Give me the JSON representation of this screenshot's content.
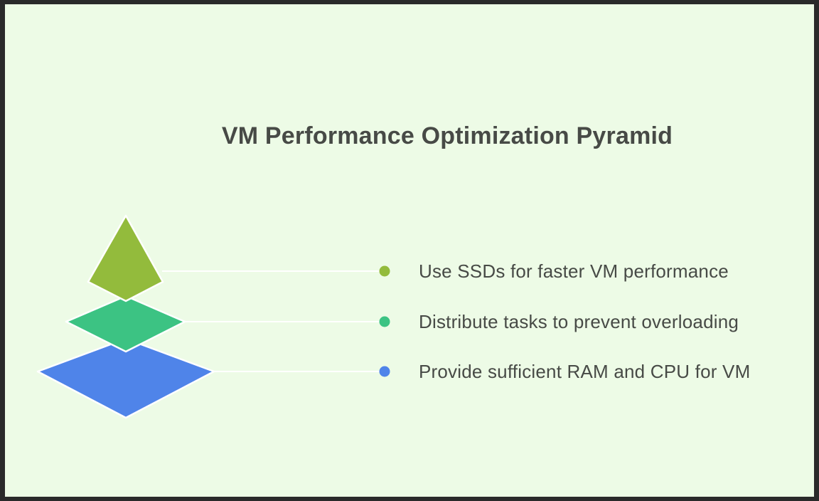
{
  "title": "VM Performance Optimization Pyramid",
  "colors": {
    "background": "#edfbe6",
    "text": "#474a46",
    "connector": "#ffffff"
  },
  "levels": [
    {
      "label": "Use SSDs for faster VM performance",
      "color": "#93bb3c"
    },
    {
      "label": "Distribute tasks to prevent overloading",
      "color": "#3cc383"
    },
    {
      "label": "Provide sufficient RAM and CPU for VM",
      "color": "#4f84e9"
    }
  ]
}
